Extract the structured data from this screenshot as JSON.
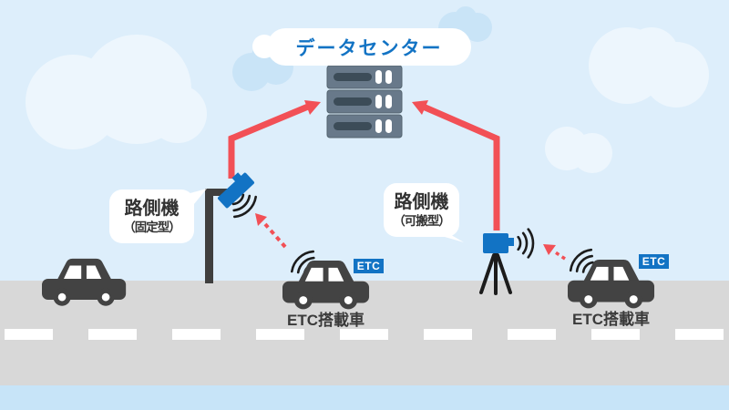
{
  "datacenter": {
    "label": "データセンター",
    "icon": "server-stack-icon"
  },
  "roadside_units": {
    "fixed": {
      "title": "路側機",
      "subtitle": "（固定型）",
      "icon": "pole-camera-icon"
    },
    "portable": {
      "title": "路側機",
      "subtitle": "（可搬型）",
      "icon": "tripod-camera-icon"
    }
  },
  "cars": [
    {
      "id": "car-left",
      "badge": null,
      "label": null
    },
    {
      "id": "car-middle",
      "badge": "ETC",
      "label": "ETC搭載車"
    },
    {
      "id": "car-right",
      "badge": "ETC",
      "label": "ETC搭載車"
    }
  ],
  "colors": {
    "sky": "#ddeefb",
    "cloud_light": "#edf6fd",
    "cloud_blue": "#c9e4f7",
    "road": "#d8d8d8",
    "bottom_strip": "#c7e4f8",
    "lane_marking": "#ffffff",
    "arrow_red": "#f25056",
    "device_blue": "#1273c4",
    "badge_blue": "#1273c4",
    "datacenter_text": "#1273c4",
    "server_body": "#68798a",
    "server_slot": "#3c4c58",
    "dark_gray": "#3f3f3f",
    "bubble_text": "#333333"
  }
}
